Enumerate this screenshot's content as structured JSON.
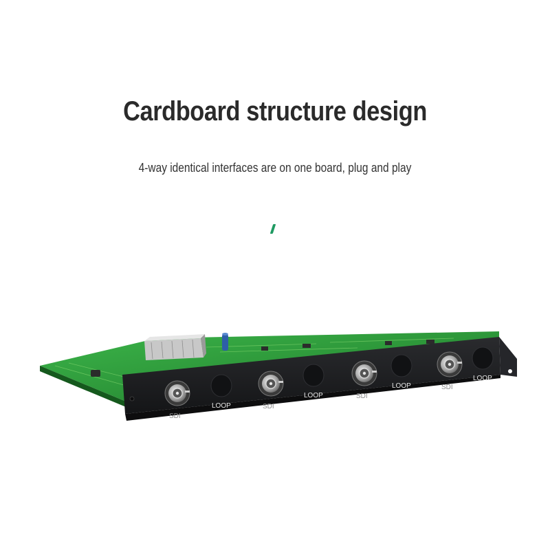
{
  "headline": "Cardboard structure design",
  "subheadline": "4-way identical interfaces are on one board, plug and play",
  "ports": [
    {
      "sdi": "SDI",
      "loop": "LOOP"
    },
    {
      "sdi": "SDI",
      "loop": "LOOP"
    },
    {
      "sdi": "SDI",
      "loop": "LOOP"
    },
    {
      "sdi": "SDI",
      "loop": "LOOP"
    }
  ],
  "colors": {
    "pcb": "#2f9a3c",
    "panel": "#1b1c1e",
    "accent": "#1f9a62",
    "text": "#2a2a2a"
  }
}
